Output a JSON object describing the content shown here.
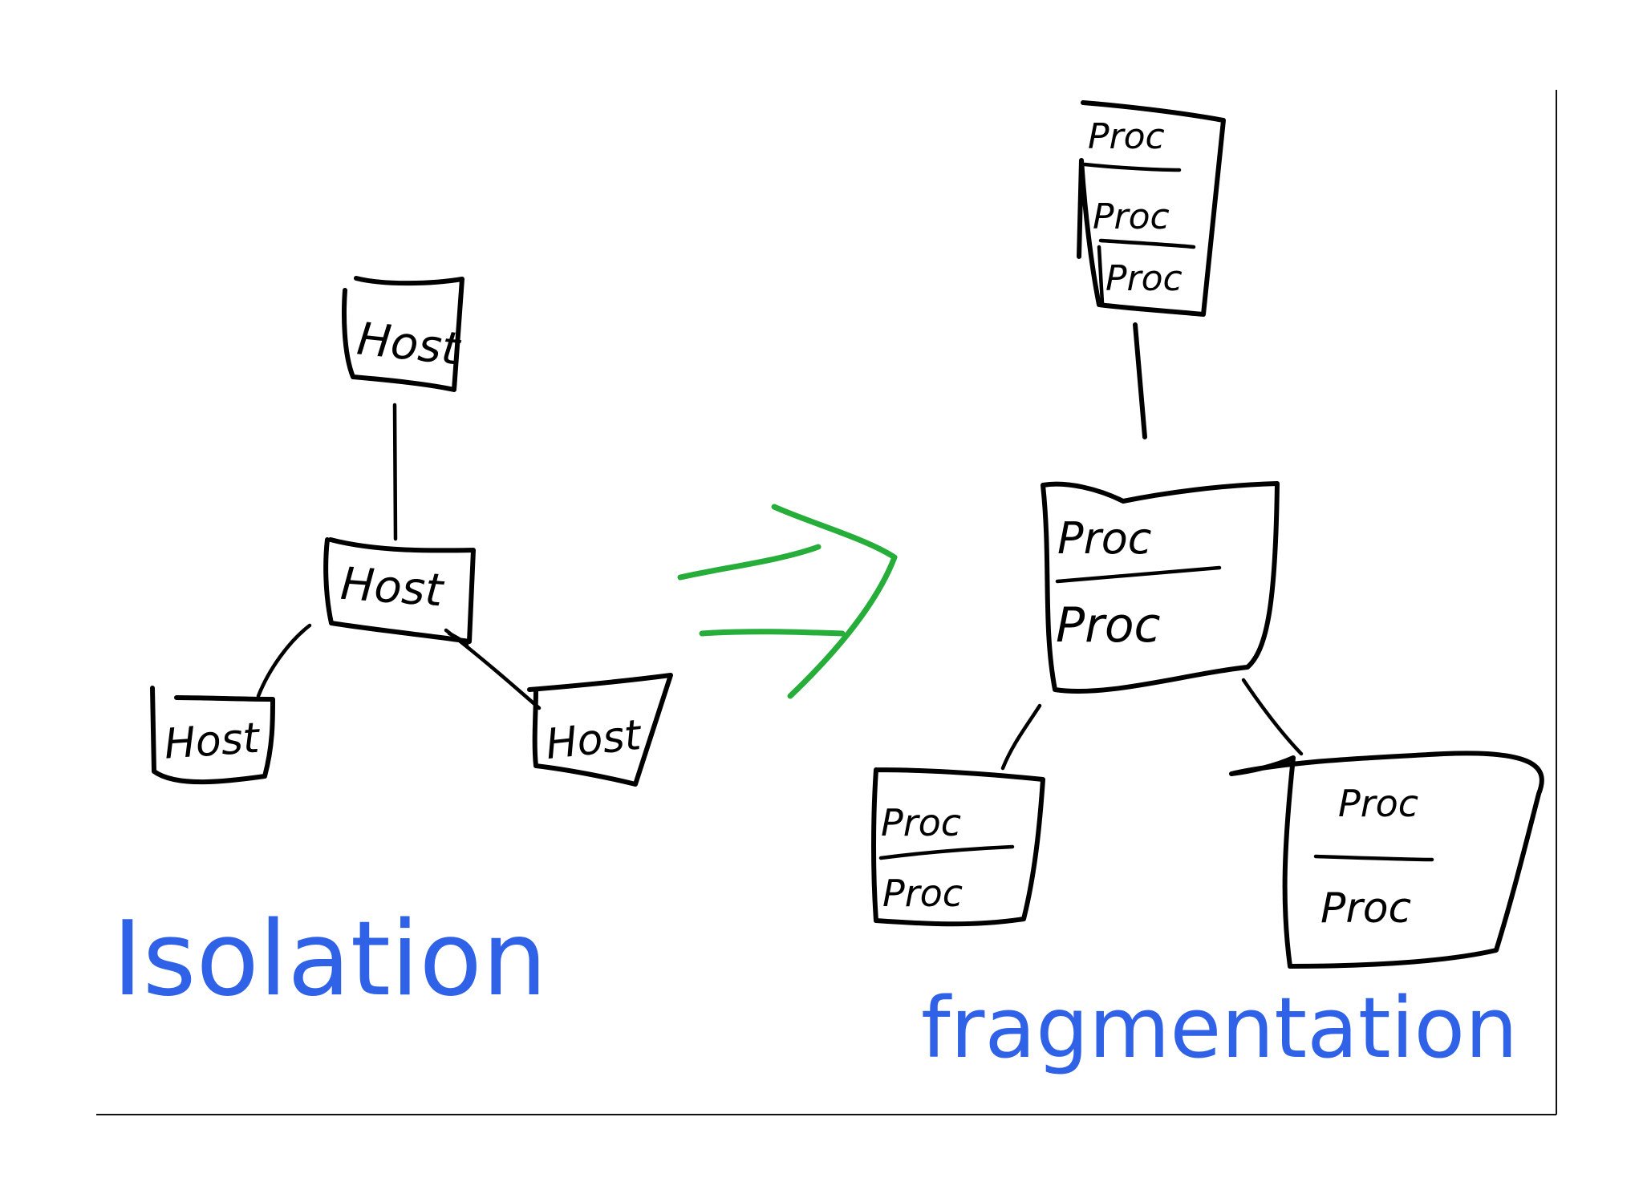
{
  "colors": {
    "ink": "#000000",
    "caption": "#2f62e6",
    "arrow": "#27ad3a",
    "background": "#ffffff"
  },
  "left_diagram": {
    "caption": "Isolation",
    "hosts": {
      "top": "Host",
      "center": "Host",
      "left": "Host",
      "right": "Host"
    }
  },
  "arrow": {
    "icon": "double-arrow-right-icon"
  },
  "right_diagram": {
    "caption": "fragmentation",
    "top_box": [
      "Proc",
      "Proc",
      "Proc"
    ],
    "center_box": [
      "Proc",
      "Proc"
    ],
    "left_box": [
      "Proc",
      "Proc"
    ],
    "right_box": [
      "Proc",
      "Proc"
    ]
  }
}
